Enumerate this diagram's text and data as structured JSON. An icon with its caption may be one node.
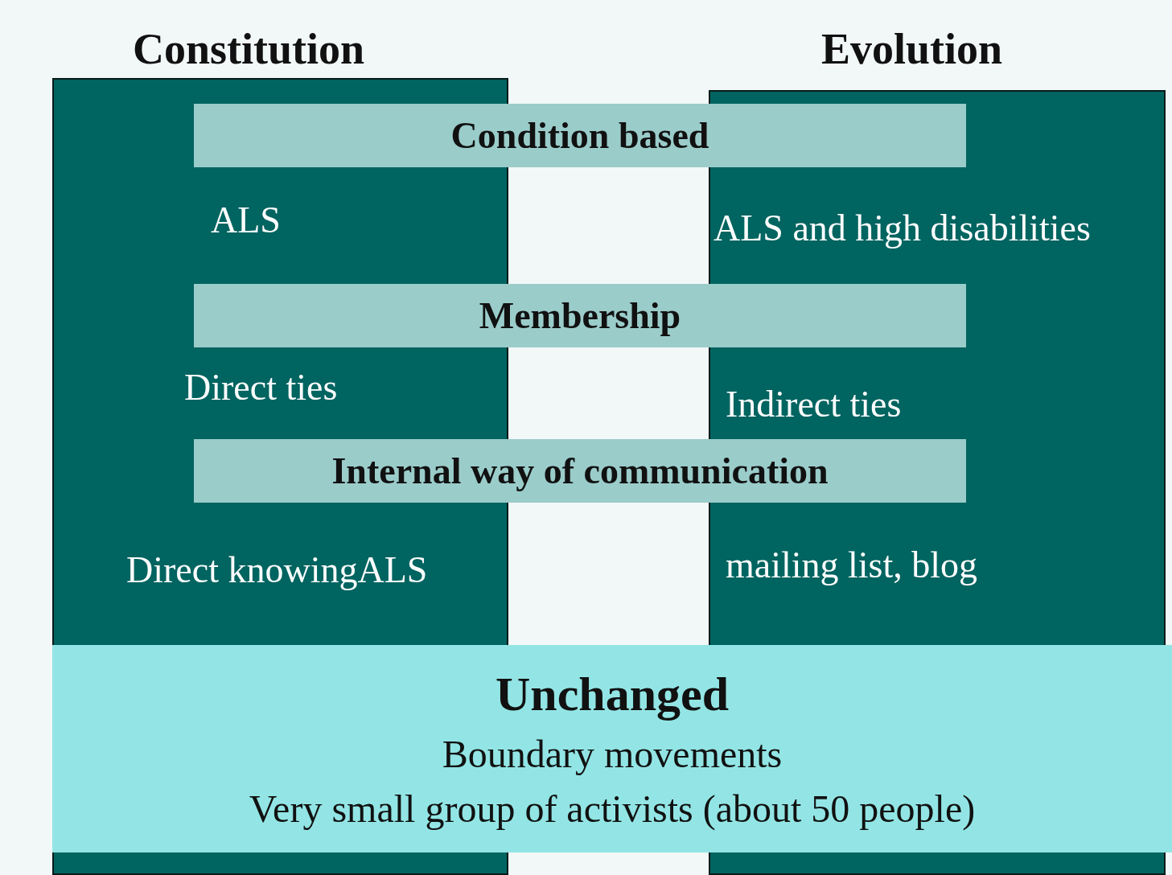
{
  "diagram": {
    "nodes": [
      {
        "text": [
          "Constitution",
          "ALS",
          "Direct ties",
          "Direct knowingALS"
        ]
      },
      {
        "text": [
          "Evolution",
          "ALS and high disabilities",
          "Indirect ties",
          "mailing list, blog"
        ]
      },
      {
        "text": [
          "Condition based"
        ]
      },
      {
        "text": [
          "Membership"
        ]
      },
      {
        "text": [
          "Internal way of communication"
        ]
      },
      {
        "text": [
          "Unchanged",
          "Boundary movements",
          "Very small group of activists (about 50 people)"
        ]
      }
    ]
  }
}
